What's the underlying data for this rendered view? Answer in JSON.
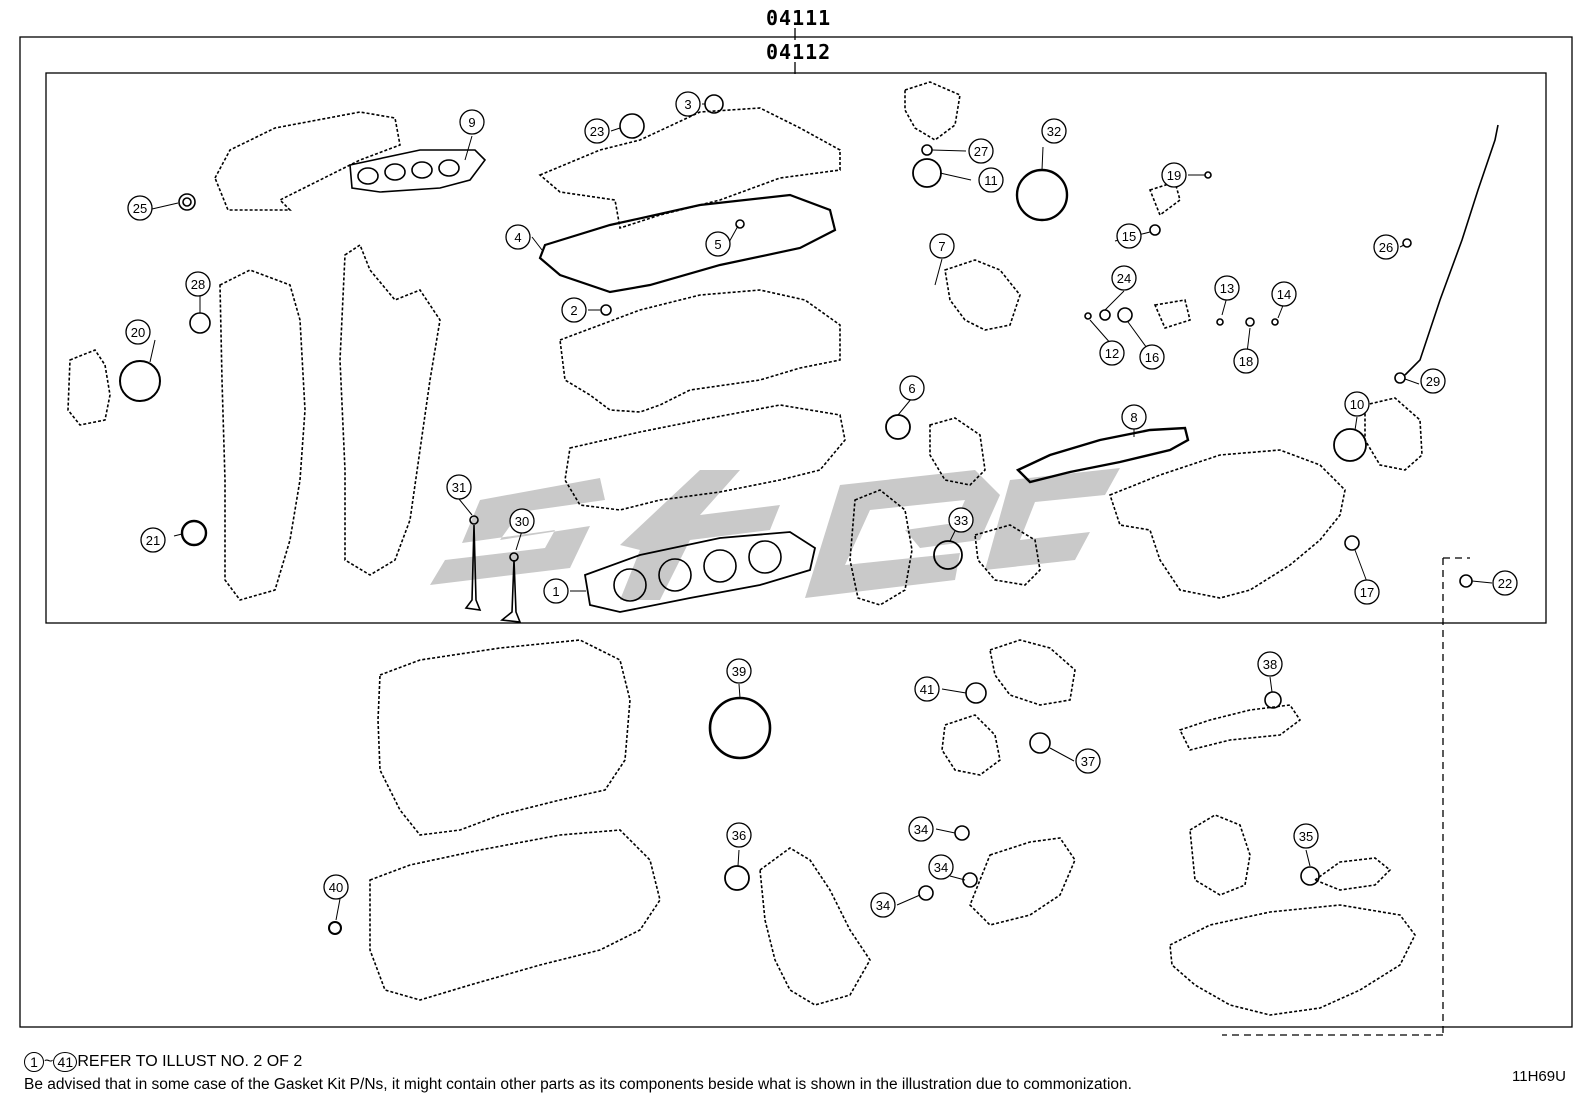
{
  "kit_codes": {
    "outer": "04111",
    "inner": "04112"
  },
  "callouts": [
    "1",
    "2",
    "3",
    "4",
    "5",
    "6",
    "7",
    "8",
    "9",
    "10",
    "11",
    "12",
    "13",
    "14",
    "15",
    "16",
    "17",
    "18",
    "19",
    "20",
    "21",
    "22",
    "23",
    "24",
    "25",
    "26",
    "27",
    "28",
    "29",
    "30",
    "31",
    "32",
    "33",
    "34",
    "35",
    "36",
    "37",
    "38",
    "39",
    "40",
    "41"
  ],
  "notes": {
    "range_from": "1",
    "tilde": "~",
    "range_to": "41",
    "refer": "REFER TO ILLUST NO. 2 OF 2",
    "advice": "Be advised that in some case of the Gasket Kit P/Ns,  it might contain other parts as its components beside what is shown in the illustration due to commonization."
  },
  "illustration_code": "11H69U",
  "watermark": "SPG",
  "colors": {
    "line": "#000000",
    "watermark": "#c8c8c8",
    "background": "#ffffff"
  }
}
